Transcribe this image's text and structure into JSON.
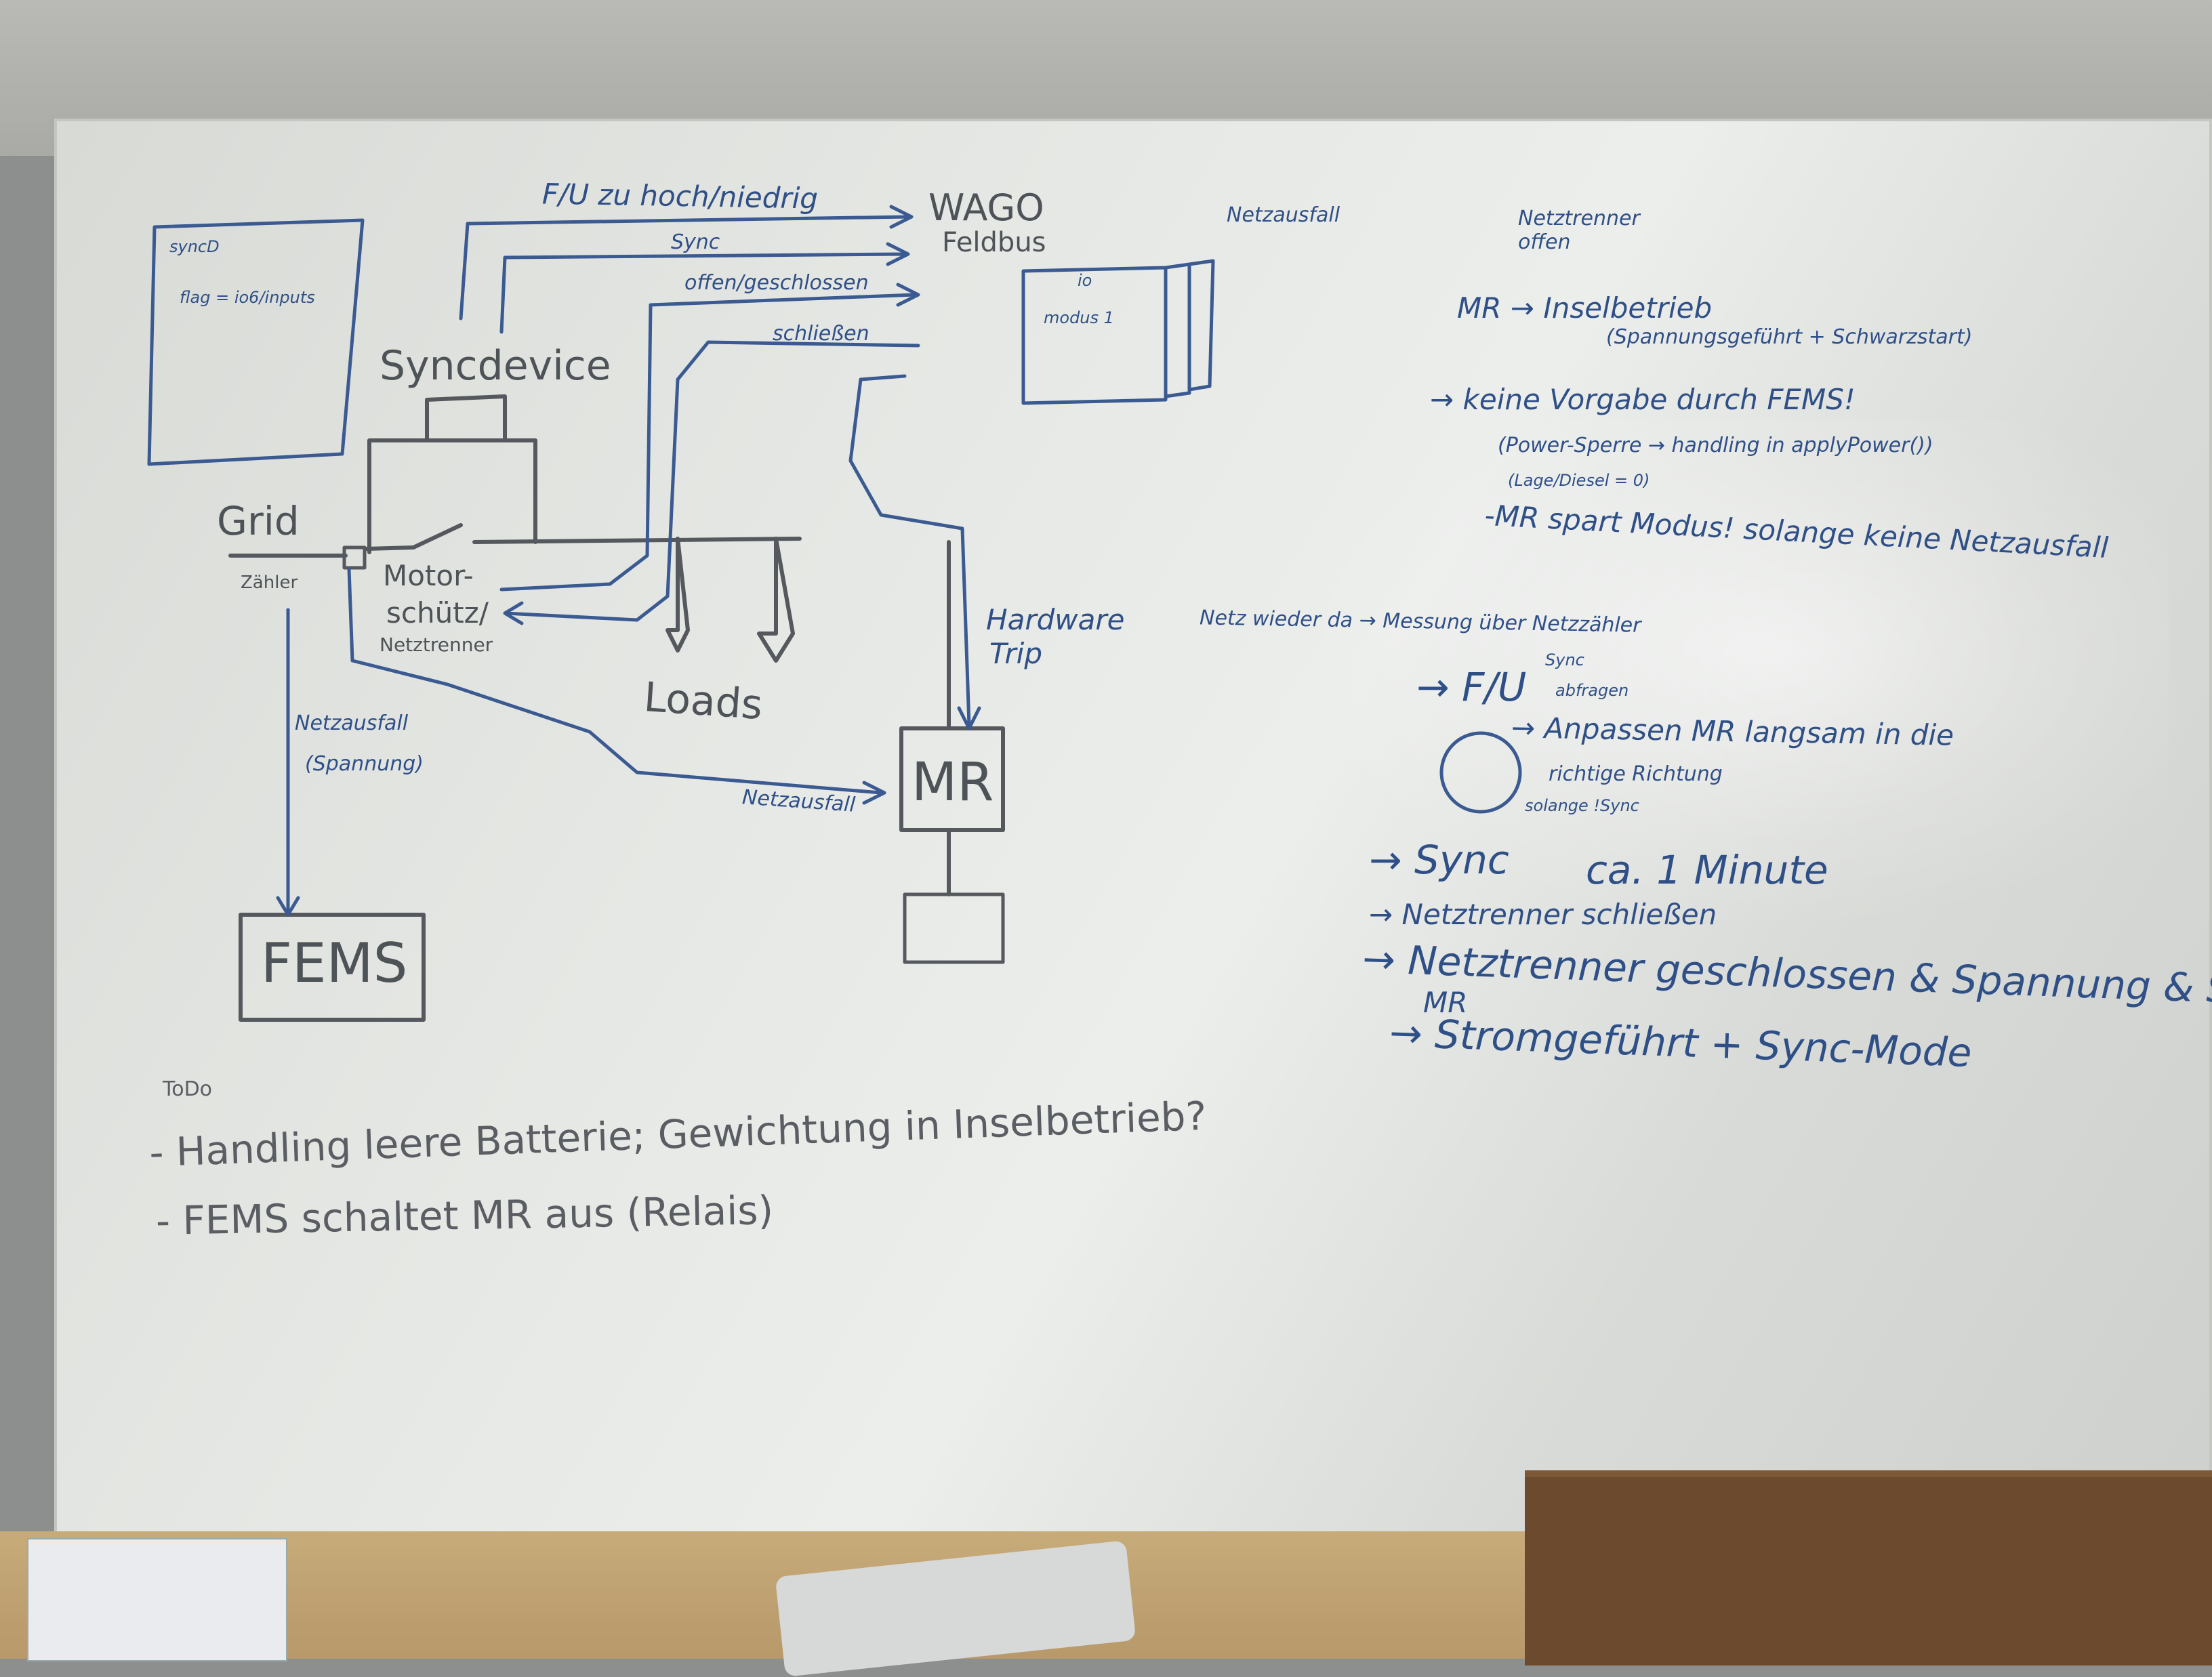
{
  "board": {
    "top_left_box": [
      "syncD",
      "flag = io6/inputs"
    ],
    "arrows_top": [
      "F/U zu hoch/niedrig",
      "Sync",
      "offen/geschlossen",
      "schließen"
    ],
    "wago": [
      "WAGO",
      "Feldbus"
    ],
    "io_box": [
      "io",
      "modus 1"
    ],
    "syncdevice": "Syncdevice",
    "grid": "Grid",
    "zaehler": "Zähler",
    "motor_schuetz": [
      "Motor-",
      "schütz/",
      "Netztrenner"
    ],
    "loads": "Loads",
    "hardware_trip": [
      "Hardware",
      "Trip"
    ],
    "mr": "MR",
    "netzausfall_mr": "Netzausfall",
    "netzausfall_fems": [
      "Netzausfall",
      "(Spannung)"
    ],
    "fems": "FEMS",
    "right_notes": [
      "Netzausfall",
      "Netztrenner offen",
      "MR → Inselbetrieb",
      "(Spannungsgeführt + Schwarzstart)",
      "→ keine Vorgabe durch FEMS!",
      "(Power-Sperre → handling in applyPower())",
      "(Lage/Diesel = 0)",
      "-MR spart Modus! solange keine Netzausfall",
      "Netz wieder da → Messung über Netzzähler",
      "→ F/U",
      "Sync",
      "abfragen",
      "→ Anpassen MR langsam in die",
      "richtige Richtung",
      "solange !Sync",
      "→ Sync",
      "ca. 1 Minute",
      "→ Netztrenner schließen",
      "→ Netztrenner geschlossen & Spannung & Sync",
      "MR",
      "→ Stromgeführt + Sync-Mode"
    ],
    "todo": [
      "ToDo",
      "- Handling leere Batterie; Gewichtung in Inselbetrieb?",
      "- FEMS schaltet MR aus (Relais)"
    ]
  },
  "colors": {
    "marker_blue": "#2f4f87",
    "marker_gray": "#5a5e63",
    "board_white": "#e6e8e5",
    "desk_wood": "#c7ab79"
  }
}
